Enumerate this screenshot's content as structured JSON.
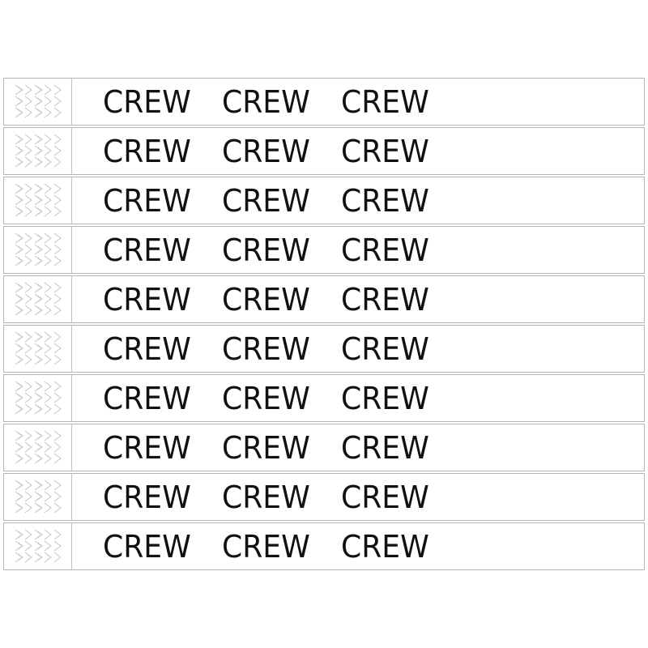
{
  "wristbands": [
    {
      "labels": [
        "CREW",
        "CREW",
        "CREW"
      ]
    },
    {
      "labels": [
        "CREW",
        "CREW",
        "CREW"
      ]
    },
    {
      "labels": [
        "CREW",
        "CREW",
        "CREW"
      ]
    },
    {
      "labels": [
        "CREW",
        "CREW",
        "CREW"
      ]
    },
    {
      "labels": [
        "CREW",
        "CREW",
        "CREW"
      ]
    },
    {
      "labels": [
        "CREW",
        "CREW",
        "CREW"
      ]
    },
    {
      "labels": [
        "CREW",
        "CREW",
        "CREW"
      ]
    },
    {
      "labels": [
        "CREW",
        "CREW",
        "CREW"
      ]
    },
    {
      "labels": [
        "CREW",
        "CREW",
        "CREW"
      ]
    },
    {
      "labels": [
        "CREW",
        "CREW",
        "CREW"
      ]
    }
  ],
  "colors": {
    "band_background": "#ffffff",
    "band_border": "#b5b5b5",
    "text": "#111111",
    "security_pattern": "#bdbdbd"
  },
  "icons": {
    "tab": "security-chevron-pattern-icon"
  }
}
